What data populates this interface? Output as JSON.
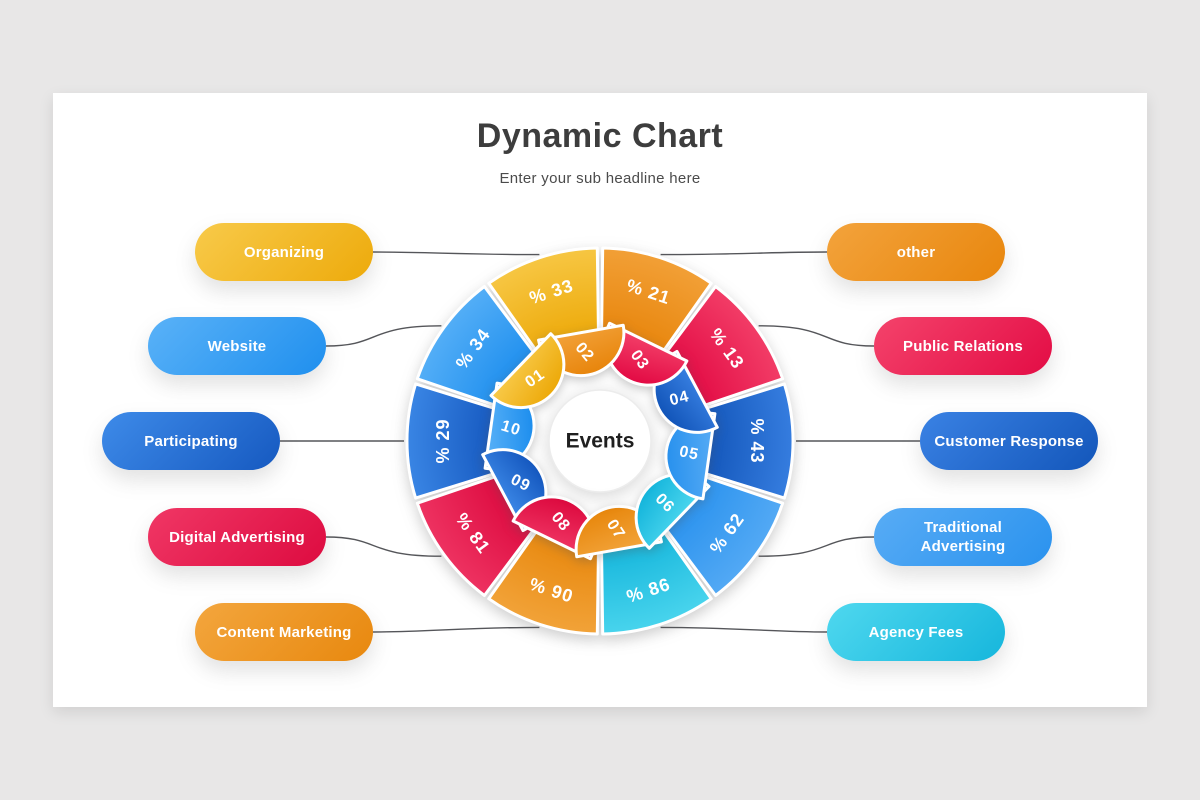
{
  "page": {
    "background": "#e8e7e7",
    "slide_background": "#ffffff"
  },
  "header": {
    "title": "Dynamic Chart",
    "subtitle": "Enter your sub headline here"
  },
  "chart_data": {
    "type": "pie",
    "variant": "radial-wheel-10-segments",
    "title": "Dynamic Chart",
    "subtitle": "Enter your sub headline here",
    "center_label": "Events",
    "unit": "percent",
    "percent_prefix": "%",
    "legend_position": "pill-callouts-left-and-right",
    "segments": [
      {
        "number": "01",
        "label": "Organizing",
        "value": 33,
        "side": "left",
        "row": 0,
        "color_light": "#f8ca4a",
        "color": "#edaa0b"
      },
      {
        "number": "02",
        "label": "other",
        "value": 21,
        "side": "right",
        "row": 0,
        "color_light": "#f3a33c",
        "color": "#e8860d"
      },
      {
        "number": "03",
        "label": "Public Relations",
        "value": 13,
        "side": "right",
        "row": 1,
        "color_light": "#f4436b",
        "color": "#e30c45"
      },
      {
        "number": "04",
        "label": "Customer Response",
        "value": 43,
        "side": "right",
        "row": 2,
        "color_light": "#3a82e4",
        "color": "#1356ba"
      },
      {
        "number": "05",
        "label": "Traditional Advertising",
        "value": 62,
        "side": "right",
        "row": 3,
        "color_light": "#58acf5",
        "color": "#2a92ee"
      },
      {
        "number": "06",
        "label": "Agency Fees",
        "value": 86,
        "side": "right",
        "row": 4,
        "color_light": "#4fd8ef",
        "color": "#16b6dc"
      },
      {
        "number": "07",
        "label": "Content Marketing",
        "value": 90,
        "side": "left",
        "row": 4,
        "color_light": "#f3a63e",
        "color": "#e8880e"
      },
      {
        "number": "08",
        "label": "Digital Advertising",
        "value": 81,
        "side": "left",
        "row": 3,
        "color_light": "#f03765",
        "color": "#dd0b40"
      },
      {
        "number": "09",
        "label": "Participating",
        "value": 29,
        "side": "left",
        "row": 2,
        "color_light": "#3e8be9",
        "color": "#1659c0"
      },
      {
        "number": "10",
        "label": "Website",
        "value": 34,
        "side": "left",
        "row": 1,
        "color_light": "#5ab2f8",
        "color": "#1f8fee"
      }
    ]
  }
}
